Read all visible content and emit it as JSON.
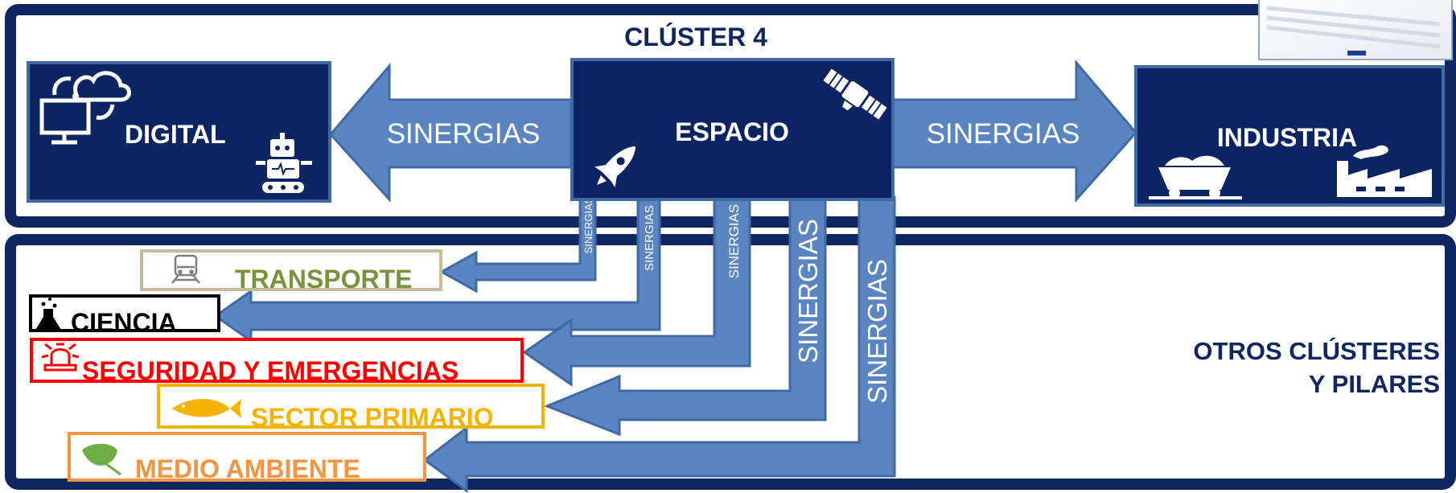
{
  "top_panel": {
    "title": "CLÚSTER 4",
    "center": {
      "label": "ESPACIO",
      "icons": [
        "satellite-icon",
        "rocket-icon"
      ]
    },
    "left": {
      "label": "DIGITAL",
      "icons": [
        "computer-cloud-sync-icon",
        "robot-icon"
      ]
    },
    "right": {
      "label": "INDUSTRIA",
      "icons": [
        "mine-cart-icon",
        "factory-icon"
      ]
    },
    "left_arrow_label": "SINERGIAS",
    "right_arrow_label": "SINERGIAS"
  },
  "bottom_panel": {
    "side_title_line1": "OTROS CLÚSTERES",
    "side_title_line2": "Y PILARES",
    "arrow_labels": [
      "SINERGIAS",
      "SINERGIAS",
      "SINERGIAS",
      "SINERGIAS",
      "SINERGIAS"
    ],
    "targets": [
      {
        "label": "TRANSPORTE",
        "icon": "train-icon",
        "color": "#77933c",
        "border": "#c4bd97"
      },
      {
        "label": "CIENCIA",
        "icon": "flask-icon",
        "color": "#000000",
        "border": "#000000"
      },
      {
        "label": "SEGURIDAD Y EMERGENCIAS",
        "icon": "siren-icon",
        "color": "#ff0000",
        "border": "#ff0000"
      },
      {
        "label": "SECTOR PRIMARIO",
        "icon": "fish-icon",
        "color": "#f4b400",
        "border": "#f4b400"
      },
      {
        "label": "MEDIO AMBIENTE",
        "icon": "leaf-icon",
        "color": "#f29440",
        "border": "#f29440"
      }
    ]
  },
  "colors": {
    "navy": "#0f2660",
    "box": "#0d2463",
    "arrow": "#5b85c0",
    "arrow_stroke": "#3f6aa5"
  }
}
